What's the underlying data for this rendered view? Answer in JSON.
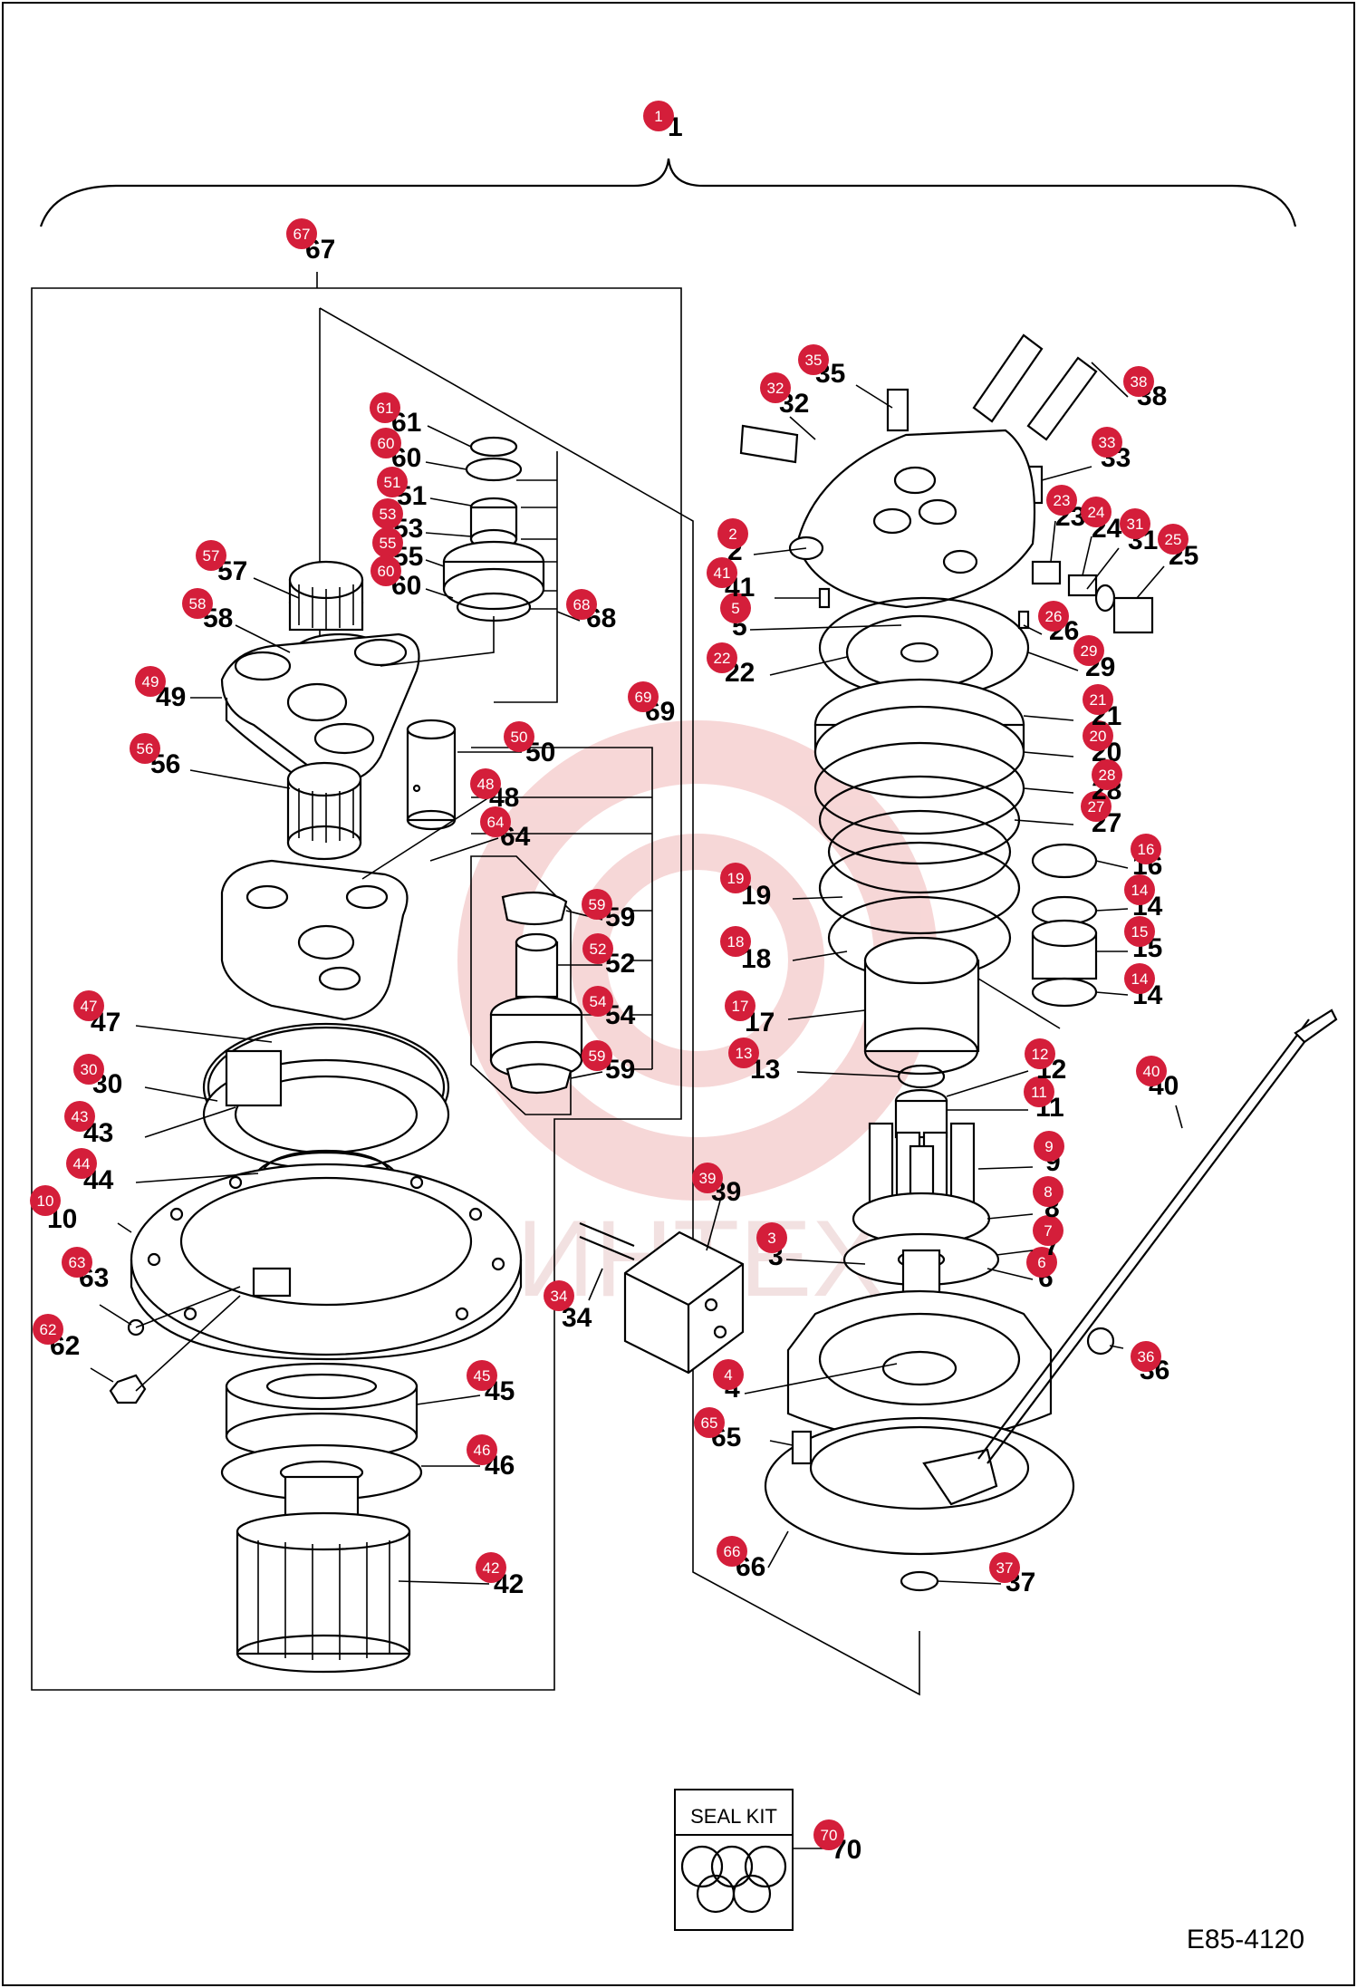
{
  "document_code": "E85-4120",
  "seal_kit": {
    "label": "SEAL KIT",
    "number": "70"
  },
  "watermark": "ИНТЕХ",
  "colors": {
    "badge": "#d41e3a",
    "line": "#000000",
    "watermark": "#f3c9c9"
  },
  "callouts": [
    {
      "n": "1"
    },
    {
      "n": "2"
    },
    {
      "n": "3"
    },
    {
      "n": "4"
    },
    {
      "n": "5"
    },
    {
      "n": "6"
    },
    {
      "n": "7"
    },
    {
      "n": "8"
    },
    {
      "n": "9"
    },
    {
      "n": "10"
    },
    {
      "n": "11"
    },
    {
      "n": "12"
    },
    {
      "n": "13"
    },
    {
      "n": "14"
    },
    {
      "n": "14"
    },
    {
      "n": "15"
    },
    {
      "n": "16"
    },
    {
      "n": "17"
    },
    {
      "n": "18"
    },
    {
      "n": "19"
    },
    {
      "n": "20"
    },
    {
      "n": "21"
    },
    {
      "n": "22"
    },
    {
      "n": "23"
    },
    {
      "n": "24"
    },
    {
      "n": "25"
    },
    {
      "n": "26"
    },
    {
      "n": "27"
    },
    {
      "n": "28"
    },
    {
      "n": "29"
    },
    {
      "n": "30"
    },
    {
      "n": "31"
    },
    {
      "n": "32"
    },
    {
      "n": "33"
    },
    {
      "n": "34"
    },
    {
      "n": "35"
    },
    {
      "n": "36"
    },
    {
      "n": "37"
    },
    {
      "n": "38"
    },
    {
      "n": "39"
    },
    {
      "n": "40"
    },
    {
      "n": "41"
    },
    {
      "n": "42"
    },
    {
      "n": "43"
    },
    {
      "n": "44"
    },
    {
      "n": "45"
    },
    {
      "n": "46"
    },
    {
      "n": "47"
    },
    {
      "n": "48"
    },
    {
      "n": "49"
    },
    {
      "n": "50"
    },
    {
      "n": "51"
    },
    {
      "n": "52"
    },
    {
      "n": "53"
    },
    {
      "n": "54"
    },
    {
      "n": "55"
    },
    {
      "n": "56"
    },
    {
      "n": "57"
    },
    {
      "n": "58"
    },
    {
      "n": "59"
    },
    {
      "n": "59"
    },
    {
      "n": "60"
    },
    {
      "n": "60"
    },
    {
      "n": "61"
    },
    {
      "n": "62"
    },
    {
      "n": "63"
    },
    {
      "n": "64"
    },
    {
      "n": "65"
    },
    {
      "n": "66"
    },
    {
      "n": "67"
    },
    {
      "n": "68"
    },
    {
      "n": "69"
    },
    {
      "n": "70"
    }
  ]
}
